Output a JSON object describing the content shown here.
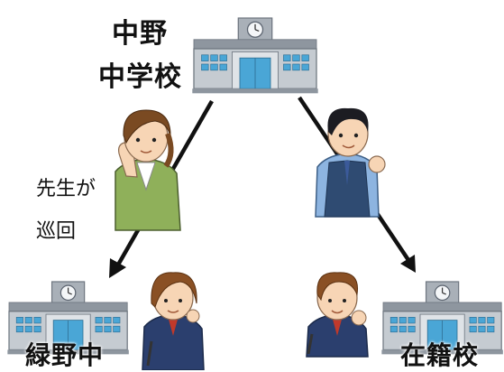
{
  "top_school": {
    "line1": "中野",
    "line2": "中学校"
  },
  "left_school": {
    "label": "緑野中"
  },
  "right_school": {
    "label": "在籍校"
  },
  "note": {
    "line1": "先生が",
    "line2": "巡回"
  }
}
